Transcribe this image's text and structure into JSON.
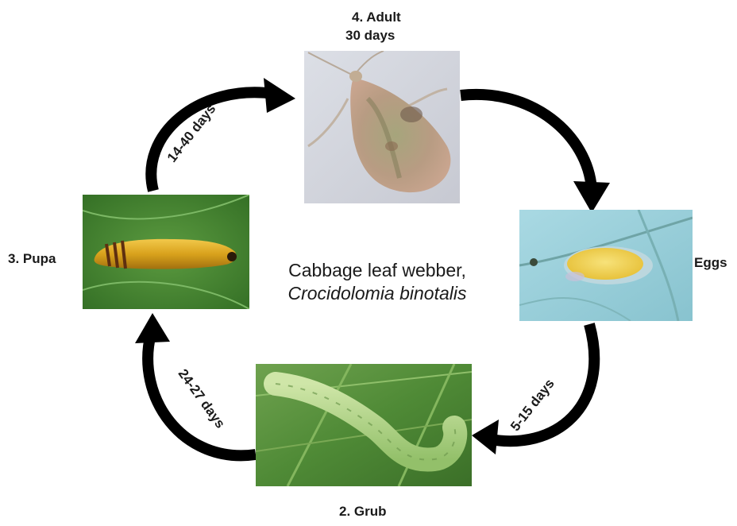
{
  "title": {
    "line1": "Cabbage leaf webber,",
    "line2": "Crocidolomia binotalis"
  },
  "stages": {
    "adult": {
      "label": "4. Adult",
      "duration": "30 days",
      "icon": "moth-photo"
    },
    "eggs": {
      "label": "Eggs",
      "icon": "egg-mass-photo"
    },
    "grub": {
      "label": "2. Grub",
      "icon": "caterpillar-photo"
    },
    "pupa": {
      "label": "3. Pupa",
      "icon": "pupa-photo"
    }
  },
  "transitions": {
    "adult_to_eggs": "",
    "eggs_to_grub": "5-15 days",
    "grub_to_pupa": "24-27 days",
    "pupa_to_adult": "14-40 days"
  },
  "colors": {
    "arrow": "#000000",
    "leaf_green": "#3f8a2e",
    "pupa": "#d9a21c",
    "egg_yolk": "#f2d24a",
    "egg_bg": "#9ed0dc"
  }
}
